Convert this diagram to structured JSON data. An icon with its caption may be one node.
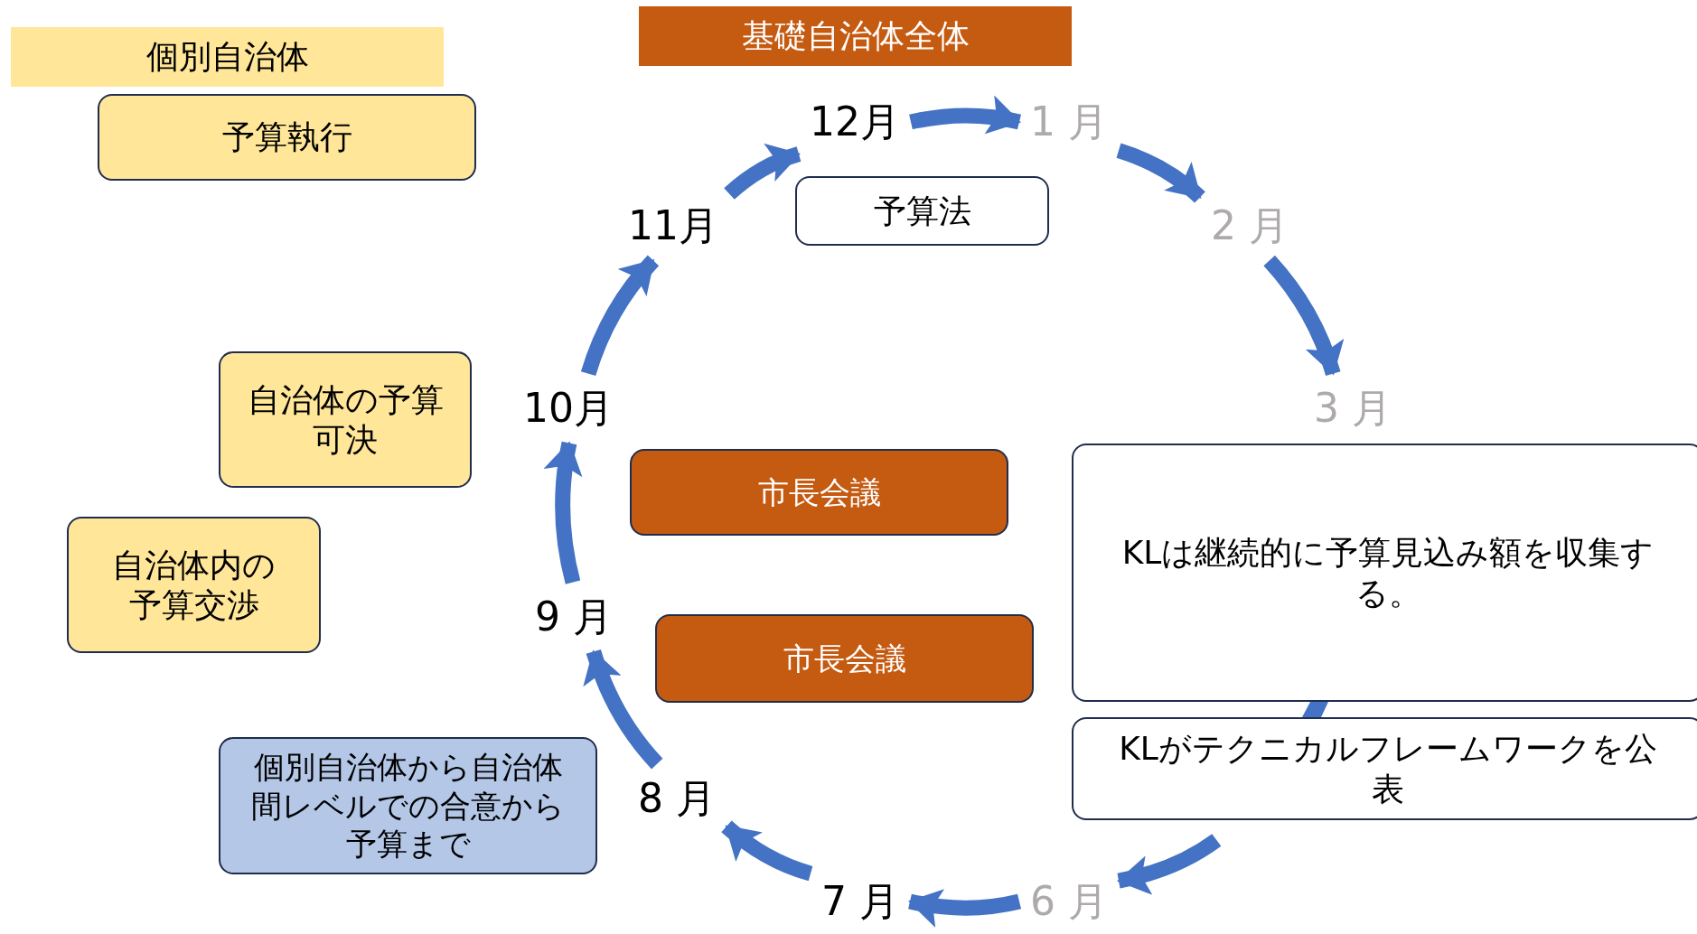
{
  "diagram": {
    "nodes": [
      {
        "text": [
          "個別自治体"
        ]
      },
      {
        "text": [
          "予算執行"
        ]
      },
      {
        "text": [
          "自治体の予算可決"
        ]
      },
      {
        "text": [
          "自治体内の予算交渉"
        ]
      },
      {
        "text": [
          "個別自治体から自治体間レベルでの合意から予算まで"
        ]
      },
      {
        "text": [
          "基礎自治体全体"
        ]
      },
      {
        "text": [
          "予算法"
        ]
      },
      {
        "text": [
          "市長会議"
        ]
      },
      {
        "text": [
          "市長会議"
        ]
      },
      {
        "text": [
          "KLは継続的に予算見込み額を収集する。"
        ]
      },
      {
        "text": [
          "KLがテクニカルフレームワークを公表"
        ]
      },
      {
        "text": [
          "12月"
        ]
      },
      {
        "text": [
          "1 月"
        ]
      },
      {
        "text": [
          "2 月"
        ]
      },
      {
        "text": [
          "3 月"
        ]
      },
      {
        "text": [
          "6 月"
        ]
      },
      {
        "text": [
          "7 月"
        ]
      },
      {
        "text": [
          "8 月"
        ]
      },
      {
        "text": [
          "9 月"
        ]
      },
      {
        "text": [
          "10月"
        ]
      },
      {
        "text": [
          "11月"
        ]
      }
    ],
    "edges": [
      {
        "from": 11,
        "to": 12,
        "arrow": "to"
      },
      {
        "from": 12,
        "to": 13,
        "arrow": "to"
      },
      {
        "from": 13,
        "to": 14,
        "arrow": "to"
      },
      {
        "from": 10,
        "to": 15,
        "arrow": "to"
      },
      {
        "from": 15,
        "to": 16,
        "arrow": "to"
      },
      {
        "from": 16,
        "to": 17,
        "arrow": "to"
      },
      {
        "from": 17,
        "to": 18,
        "arrow": "to"
      },
      {
        "from": 18,
        "to": 19,
        "arrow": "to"
      },
      {
        "from": 19,
        "to": 20,
        "arrow": "to"
      },
      {
        "from": 20,
        "to": 11,
        "arrow": "to"
      }
    ]
  }
}
